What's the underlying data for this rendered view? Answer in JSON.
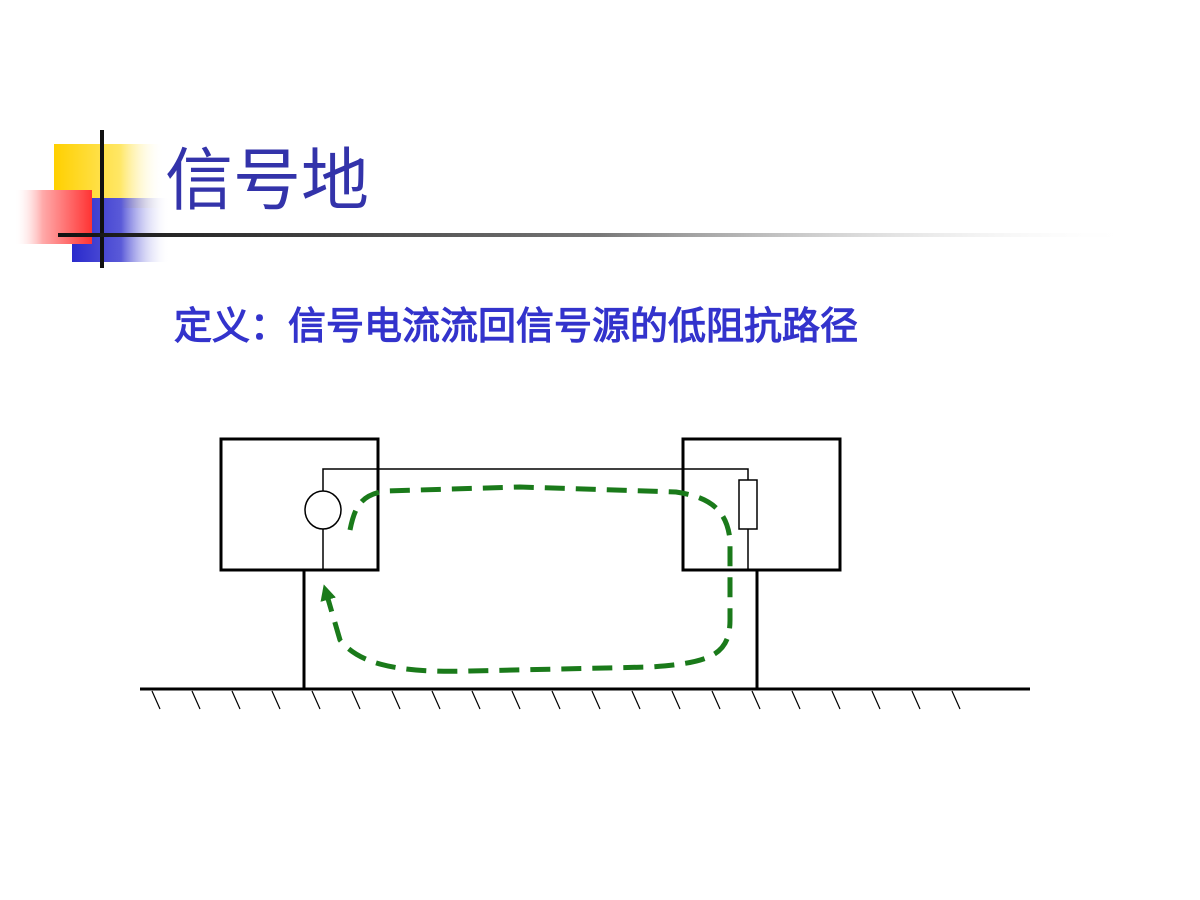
{
  "slide": {
    "title": "信号地",
    "definition": "定义：信号电流流回信号源的低阻抗路径"
  },
  "colors": {
    "title": "#3333aa",
    "definition": "#3333cc",
    "current_path": "#1a7a1a",
    "logo_yellow": "#ffd000",
    "logo_red": "#ff3333",
    "logo_blue": "#2a2acc"
  },
  "diagram": {
    "components": [
      "signal-source",
      "load-resistor",
      "ground-plane"
    ],
    "current_path_style": "dashed-arrow"
  }
}
